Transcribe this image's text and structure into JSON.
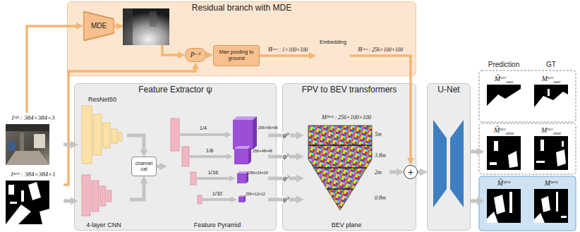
{
  "diagram": {
    "nodes": [
      {
        "text": [
          "Residual branch with MDE"
        ]
      },
      {
        "text": [
          "MDE"
        ],
        "in": 0
      },
      {
        "text": [
          "P⁻¹"
        ],
        "in": 0
      },
      {
        "text": [
          "Max pooling to ground"
        ],
        "in": 0
      },
      {
        "text": [
          "Embedding"
        ],
        "in": 0
      },
      {
        "text": [
          "Feature Extractor ψ"
        ]
      },
      {
        "text": [
          "ResNet50"
        ],
        "in": 5
      },
      {
        "text": [
          "4-layer CNN"
        ],
        "in": 5
      },
      {
        "text": [
          "channel cat"
        ],
        "in": 5
      },
      {
        "text": [
          "Feature Pyramid"
        ],
        "in": 5
      },
      {
        "text": [
          "FPV to BEV transformers"
        ]
      },
      {
        "text": [
          "Mᶠᵉᵃᵗˢ : 256×100×100",
          "BEV plane"
        ],
        "in": 10
      },
      {
        "text": [
          "U-Net"
        ]
      },
      {
        "text": [
          "+"
        ]
      },
      {
        "text": [
          "Iʳᵍᵇ : 384×384×3"
        ]
      },
      {
        "text": [
          "Iᶻᵉʳᵒ : 384×384×1"
        ]
      },
      {
        "text": [
          "M̃ᵒᶜᶜ",
          "nav"
        ]
      },
      {
        "text": [
          "Mᵒᶜᶜ",
          "nav"
        ]
      },
      {
        "text": [
          "M̃ᵒᶜᶜ",
          "obst"
        ]
      },
      {
        "text": [
          "Mᵒᶜᶜ",
          "obst"
        ]
      },
      {
        "text": [
          "M̃ᶻᵉʳᵒ"
        ]
      },
      {
        "text": [
          "Mᶻᵉʳᵒ"
        ]
      }
    ],
    "edges": [
      {
        "from": 14,
        "to": 1,
        "arrow": "to"
      },
      {
        "from": 1,
        "to": 2,
        "arrow": "to"
      },
      {
        "from": 15,
        "to": 2,
        "arrow": "to"
      },
      {
        "from": 2,
        "to": 3,
        "arrow": "to"
      },
      {
        "from": 3,
        "to": 4,
        "arrow": "to",
        "label": "M̃ᶻᵉʳᵒ : 1×100×100"
      },
      {
        "from": 4,
        "to": 13,
        "arrow": "to",
        "label": "M̃ᶻᵉʳᵒ : 256×100×100"
      },
      {
        "from": 14,
        "to": 6,
        "arrow": "to"
      },
      {
        "from": 15,
        "to": 7,
        "arrow": "to"
      },
      {
        "from": 6,
        "to": 8,
        "arrow": "to"
      },
      {
        "from": 7,
        "to": 8,
        "arrow": "to"
      },
      {
        "from": 8,
        "to": 9,
        "arrow": "to"
      },
      {
        "from": 9,
        "to": 11,
        "arrow": "to",
        "label": "φ⁰"
      },
      {
        "from": 9,
        "to": 11,
        "arrow": "to",
        "label": "φ¹"
      },
      {
        "from": 9,
        "to": 11,
        "arrow": "to",
        "label": "φ²"
      },
      {
        "from": 9,
        "to": 11,
        "arrow": "to",
        "label": "φ³"
      },
      {
        "from": 11,
        "to": 13,
        "arrow": "to"
      },
      {
        "from": 13,
        "to": 12,
        "arrow": "to"
      },
      {
        "from": 12,
        "to": 18,
        "arrow": "to"
      },
      {
        "from": 12,
        "to": 20,
        "arrow": "to"
      }
    ],
    "labels": [
      "1/4",
      "1/8",
      "1/16",
      "1/32",
      "256×96×96",
      "256×48×48",
      "256×24×24",
      "256×12×12",
      "5m",
      "3.8m",
      "2m",
      "0.8m",
      "Prediction",
      "GT"
    ]
  }
}
